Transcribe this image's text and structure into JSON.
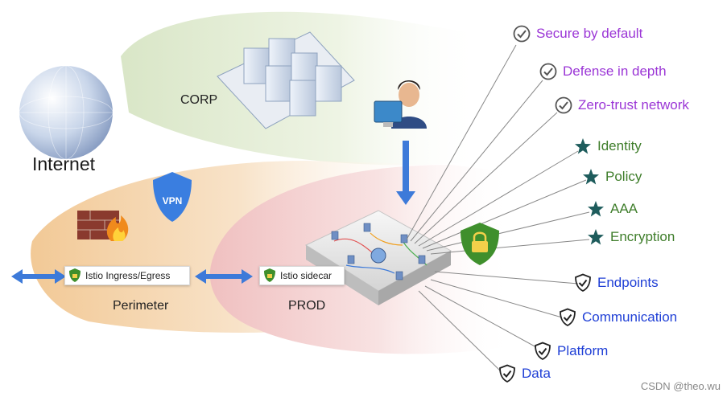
{
  "colors": {
    "purple": "#9b36d6",
    "green": "#3e7d2a",
    "blue": "#1f3fd6",
    "star": "#1e5c5c",
    "arrow": "#3d7ad9",
    "shield_green": "#3f8f2c",
    "vpn_blue": "#3a7ee0"
  },
  "zones": {
    "internet": "Internet",
    "corp": "CORP",
    "perimeter": "Perimeter",
    "prod": "PROD"
  },
  "tags": {
    "ingress": "Istio Ingress/Egress",
    "sidecar": "Istio sidecar",
    "vpn": "VPN"
  },
  "features": [
    {
      "label": "Secure by default",
      "icon": "check-circle-icon",
      "group": "purple"
    },
    {
      "label": "Defense in depth",
      "icon": "check-circle-icon",
      "group": "purple"
    },
    {
      "label": "Zero-trust network",
      "icon": "check-circle-icon",
      "group": "purple"
    },
    {
      "label": "Identity",
      "icon": "star-icon",
      "group": "green"
    },
    {
      "label": "Policy",
      "icon": "star-icon",
      "group": "green"
    },
    {
      "label": "AAA",
      "icon": "star-icon",
      "group": "green"
    },
    {
      "label": "Encryption",
      "icon": "star-icon",
      "group": "green"
    },
    {
      "label": "Endpoints",
      "icon": "shield-check-icon",
      "group": "blue"
    },
    {
      "label": "Communication",
      "icon": "shield-check-icon",
      "group": "blue"
    },
    {
      "label": "Platform",
      "icon": "shield-check-icon",
      "group": "blue"
    },
    {
      "label": "Data",
      "icon": "shield-check-icon",
      "group": "blue"
    }
  ],
  "watermark": "CSDN @theo.wu"
}
